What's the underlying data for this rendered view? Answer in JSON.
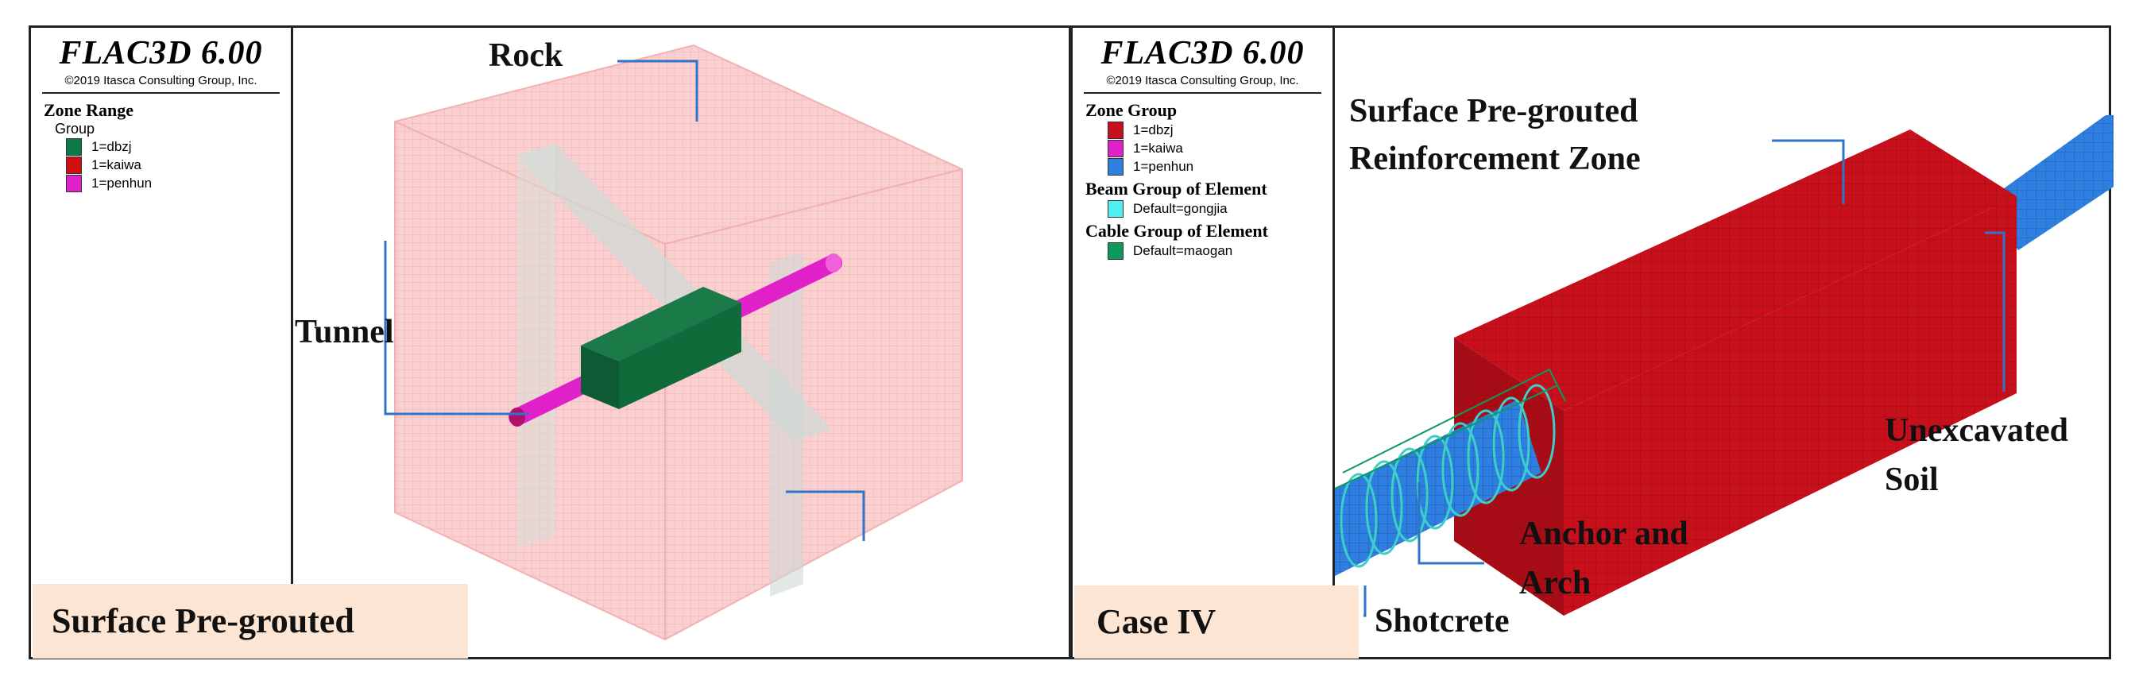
{
  "left_panel": {
    "brand": "FLAC3D 6.00",
    "copyright": "©2019 Itasca Consulting Group, Inc.",
    "legend": {
      "title": "Zone Range",
      "subtitle": "Group",
      "items": [
        {
          "label": "1=dbzj",
          "color": "#0b7a48"
        },
        {
          "label": "1=kaiwa",
          "color": "#d01010"
        },
        {
          "label": "1=penhun",
          "color": "#e020c8"
        }
      ]
    },
    "labels": {
      "rock": "Rock",
      "tunnel": "Tunnel"
    },
    "caption": "Surface Pre-grouted"
  },
  "right_panel": {
    "brand": "FLAC3D 6.00",
    "copyright": "©2019 Itasca Consulting Group, Inc.",
    "legend": {
      "groups": [
        {
          "title": "Zone Group",
          "items": [
            {
              "label": "1=dbzj",
              "color": "#c8101c"
            },
            {
              "label": "1=kaiwa",
              "color": "#e020c8"
            },
            {
              "label": "1=penhun",
              "color": "#2e7fe0"
            }
          ]
        },
        {
          "title": "Beam Group of Element",
          "items": [
            {
              "label": "Default=gongjia",
              "color": "#4ff0f0"
            }
          ]
        },
        {
          "title": "Cable Group of Element",
          "items": [
            {
              "label": "Default=maogan",
              "color": "#0c9a5a"
            }
          ]
        }
      ]
    },
    "labels": {
      "zone_line1": "Surface Pre-grouted",
      "zone_line2": "Reinforcement Zone",
      "soil_line1": "Unexcavated",
      "soil_line2": "Soil",
      "anchor_line1": "Anchor and",
      "anchor_line2": "Arch",
      "shotcrete": "Shotcrete"
    },
    "caption": "Case IV"
  },
  "colors": {
    "rock_fill": "#f7c7c7",
    "rock_grid": "#f2a9a9",
    "block_green": "#0f6b3a",
    "tunnel_pink": "#e020c8",
    "zone_red": "#c8101c",
    "soil_blue": "#2e7fe0",
    "leader_blue": "#2e74c8",
    "caption_bg": "#fde5d3"
  }
}
